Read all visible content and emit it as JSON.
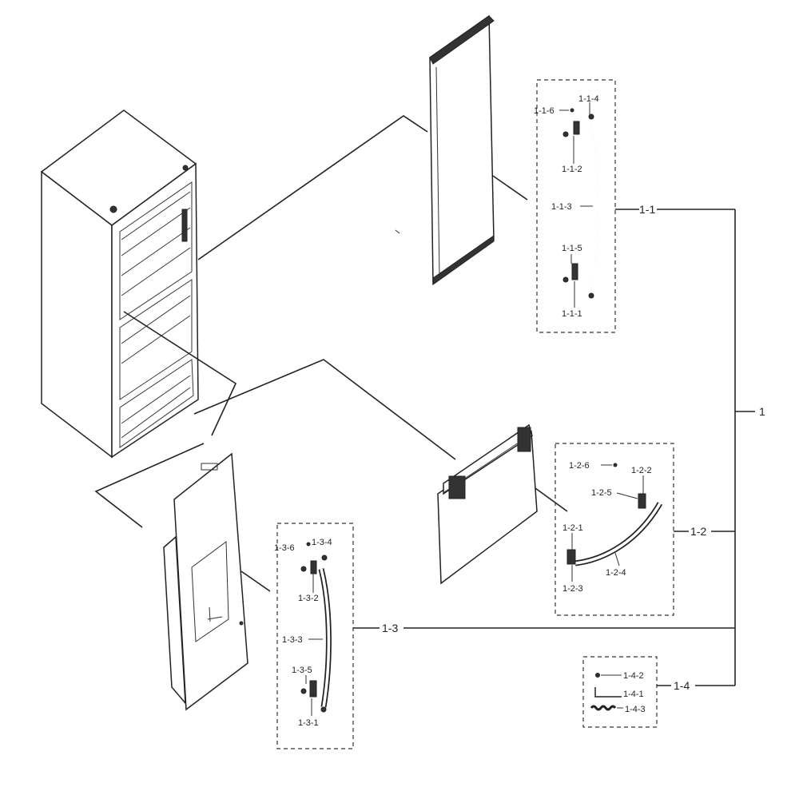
{
  "labels": {
    "root": "1",
    "g11": "1-1",
    "g12": "1-2",
    "g13": "1-3",
    "g14": "1-4",
    "p116": "1-1-6",
    "p114": "1-1-4",
    "p112": "1-1-2",
    "p113": "1-1-3",
    "p115": "1-1-5",
    "p111": "1-1-1",
    "p126": "1-2-6",
    "p122": "1-2-2",
    "p125": "1-2-5",
    "p121": "1-2-1",
    "p123": "1-2-3",
    "p124": "1-2-4",
    "p136": "1-3-6",
    "p134": "1-3-4",
    "p132": "1-3-2",
    "p133": "1-3-3",
    "p135": "1-3-5",
    "p131": "1-3-1",
    "p142": "1-4-2",
    "p141": "1-4-1",
    "p143": "1-4-3"
  }
}
